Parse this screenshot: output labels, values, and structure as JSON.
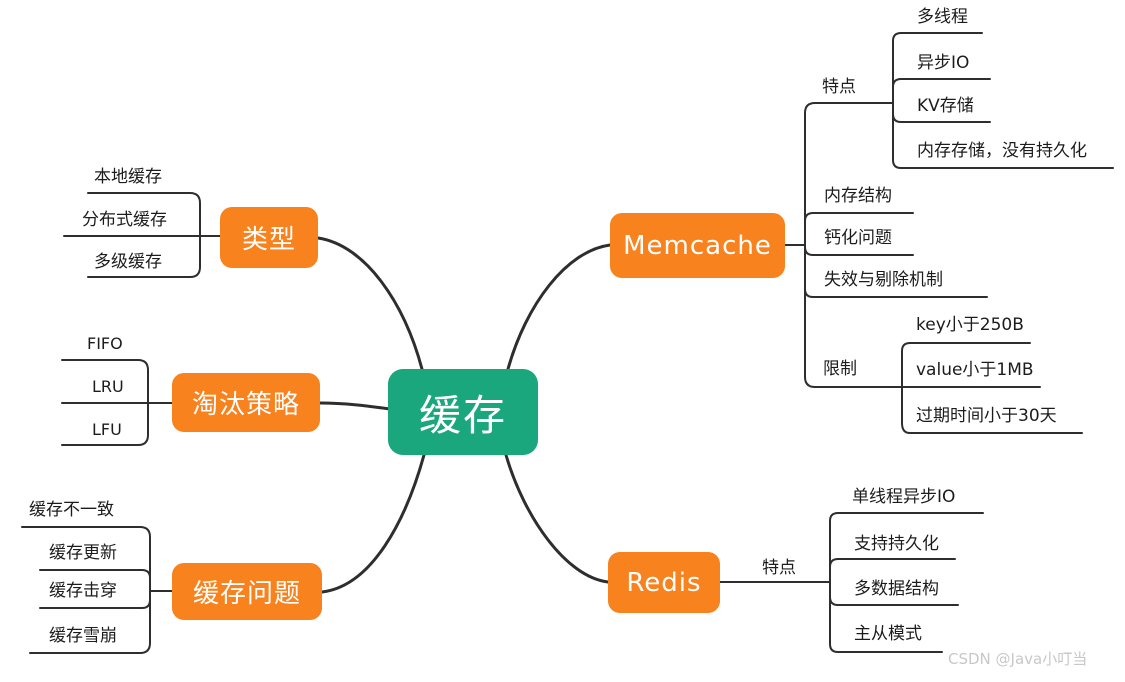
{
  "root_label": "缓存",
  "left_branches": {
    "type": {
      "label": "类型",
      "children": [
        "本地缓存",
        "分布式缓存",
        "多级缓存"
      ]
    },
    "eviction": {
      "label": "淘汰策略",
      "children": [
        "FIFO",
        "LRU",
        "LFU"
      ]
    },
    "problems": {
      "label": "缓存问题",
      "children": [
        "缓存不一致",
        "缓存更新",
        "缓存击穿",
        "缓存雪崩"
      ]
    }
  },
  "right_branches": {
    "memcache": {
      "label": "Memcache",
      "features_label": "特点",
      "features": [
        "多线程",
        "异步IO",
        "KV存储",
        "内存存储，没有持久化"
      ],
      "topics": [
        "内存结构",
        "钙化问题",
        "失效与剔除机制"
      ],
      "limits_label": "限制",
      "limits": [
        "key小于250B",
        "value小于1MB",
        "过期时间小于30天"
      ]
    },
    "redis": {
      "label": "Redis",
      "features_label": "特点",
      "features": [
        "单线程异步IO",
        "支持持久化",
        "多数据结构",
        "主从模式"
      ]
    }
  },
  "watermark": "CSDN @Java小叮当",
  "colors": {
    "root_bg": "#1AA77D",
    "branch_bg": "#F7821E",
    "line": "#2E2E2E",
    "text": "#1C1C1C",
    "watermark": "#C8C8C8"
  }
}
